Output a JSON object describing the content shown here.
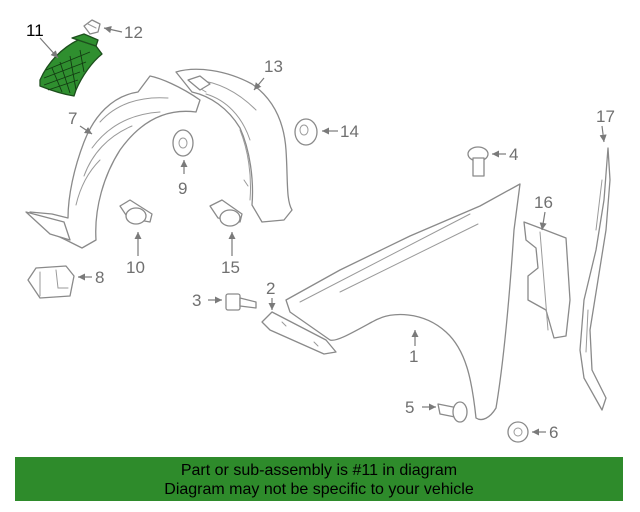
{
  "diagram": {
    "highlight_color": "#2e8b2b",
    "highlighted_part": "11",
    "callouts": {
      "c1": "1",
      "c2": "2",
      "c3": "3",
      "c4": "4",
      "c5": "5",
      "c6": "6",
      "c7": "7",
      "c8": "8",
      "c9": "9",
      "c10": "10",
      "c11": "11",
      "c12": "12",
      "c13": "13",
      "c14": "14",
      "c15": "15",
      "c16": "16",
      "c17": "17"
    }
  },
  "banner": {
    "line1": "Part or sub-assembly is #11 in diagram",
    "line2": "Diagram may not be specific to your vehicle",
    "background": "#2e8b2b"
  }
}
